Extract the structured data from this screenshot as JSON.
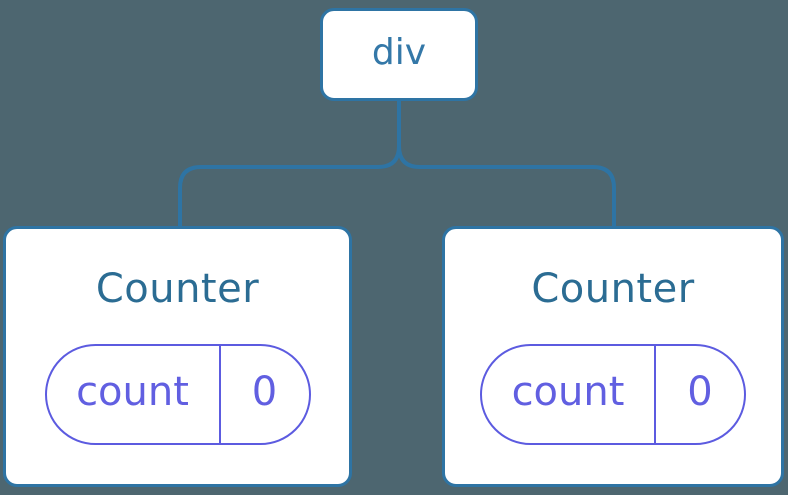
{
  "diagram": {
    "root": {
      "label": "div"
    },
    "children": [
      {
        "title": "Counter",
        "state": {
          "key": "count",
          "value": "0"
        }
      },
      {
        "title": "Counter",
        "state": {
          "key": "count",
          "value": "0"
        }
      }
    ]
  },
  "colors": {
    "background": "#4D6670",
    "card-bg": "#FFFFFF",
    "line-blue": "#2E74A4",
    "root-text-blue": "#3478A8",
    "title-blue": "#2B6C93",
    "pill-purple": "#5C5BE0",
    "pill-text-purple": "#615FE1"
  }
}
